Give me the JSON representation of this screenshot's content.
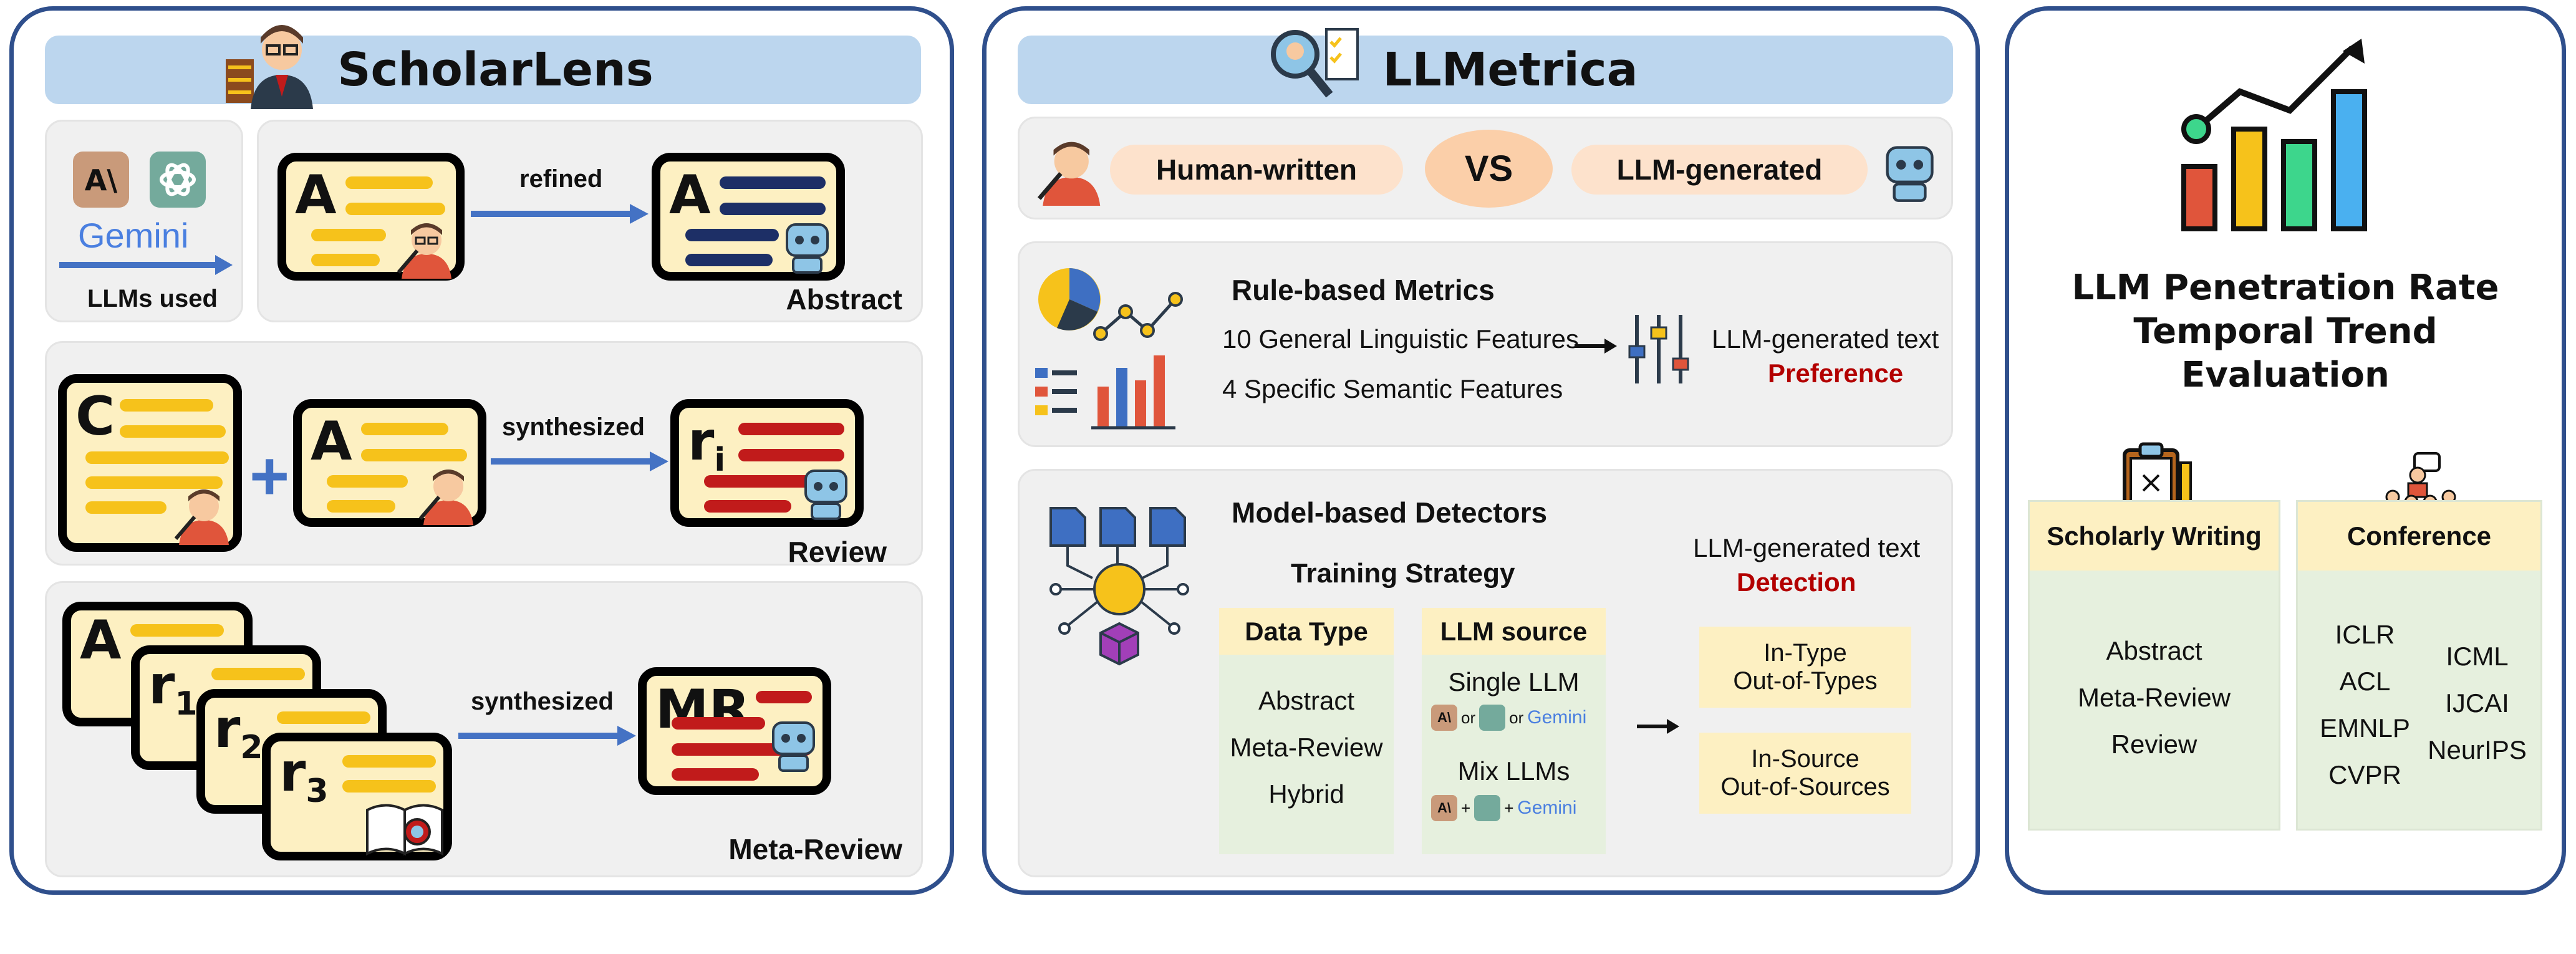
{
  "scholarlens": {
    "title": "ScholarLens",
    "llms_used_label": "LLMs used",
    "gemini": "Gemini",
    "anthropic_mark": "A\\",
    "abstract": {
      "letter_in": "A",
      "letter_out": "A",
      "arrow": "refined",
      "caption": "Abstract"
    },
    "review": {
      "letter_c": "C",
      "letter_a": "A",
      "plus": "+",
      "arrow": "synthesized",
      "letter_out": "r",
      "letter_out_sub": "i",
      "caption": "Review"
    },
    "meta_review": {
      "stack": [
        "A",
        "r",
        "r",
        "r"
      ],
      "stack_subs": [
        "",
        "1",
        "2",
        "3"
      ],
      "arrow": "synthesized",
      "letter_out": "MR",
      "caption": "Meta-Review"
    }
  },
  "llmetrica": {
    "title": "LLMetrica",
    "compare": {
      "left": "Human-written",
      "vs": "VS",
      "right": "LLM-generated"
    },
    "rule": {
      "title": "Rule-based Metrics",
      "feature1": "10 General Linguistic Features",
      "feature2": "4 Specific Semantic Features",
      "result_line1": "LLM-generated text",
      "result_line2": "Preference"
    },
    "model": {
      "title": "Model-based Detectors",
      "strategy": "Training Strategy",
      "data_type_header": "Data Type",
      "data_types": [
        "Abstract",
        "Meta-Review",
        "Hybrid"
      ],
      "llm_source_header": "LLM source",
      "single": "Single LLM",
      "mix": "Mix LLMs",
      "or": "or",
      "plus": "+",
      "gemini": "Gemini",
      "anthropic_mark": "A\\",
      "result_line1": "LLM-generated text",
      "result_line2": "Detection",
      "box1": [
        "In-Type",
        "Out-of-Types"
      ],
      "box2": [
        "In-Source",
        "Out-of-Sources"
      ]
    }
  },
  "evaluation": {
    "title": [
      "LLM Penetration Rate",
      "Temporal Trend",
      "Evaluation"
    ],
    "scholarly_header": "Scholarly Writing",
    "scholarly_items": [
      "Abstract",
      "Meta-Review",
      "Review"
    ],
    "conference_header": "Conference",
    "conf_left": [
      "ICLR",
      "ACL",
      "EMNLP",
      "CVPR"
    ],
    "conf_right": [
      "ICML",
      "IJCAI",
      "NeurIPS"
    ]
  },
  "colors": {
    "border": "#2f4f8c",
    "title_bar": "#bcd6ee",
    "arrow": "#4472c4",
    "cream": "#fdf0c2",
    "highlight_red": "#b30000"
  }
}
